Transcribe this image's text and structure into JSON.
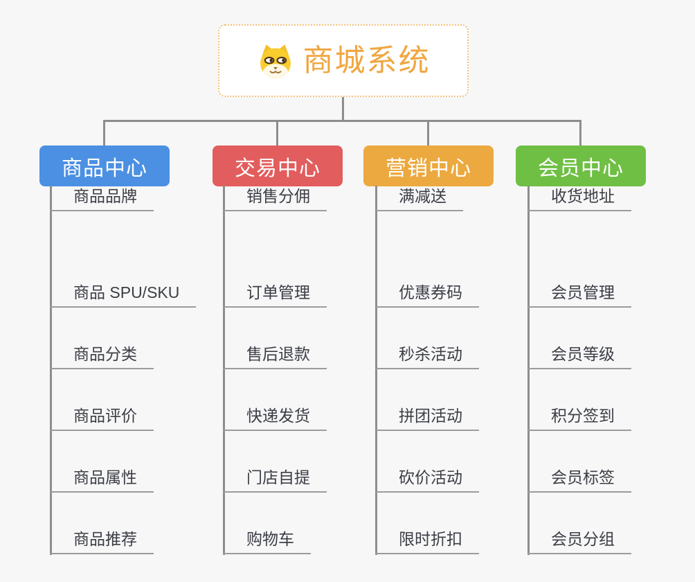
{
  "page": {
    "background": "#F7F7F8"
  },
  "lines": {
    "connector": "#8D8D8D",
    "underline": "#9B9B9B"
  },
  "root": {
    "title": "商城系统",
    "icon": "shiba-dog-icon",
    "title_color": "#F0A640",
    "border_color": "#F2C079",
    "background": "#FFFFFF"
  },
  "branches": [
    {
      "label": "商品中心",
      "color": "#4B90E2",
      "items": [
        "商品 SPU/SKU",
        "商品分类",
        "商品评价",
        "商品属性",
        "商品推荐",
        "商品品牌"
      ]
    },
    {
      "label": "交易中心",
      "color": "#E25D5D",
      "items": [
        "订单管理",
        "售后退款",
        "快递发货",
        "门店自提",
        "购物车",
        "销售分佣"
      ]
    },
    {
      "label": "营销中心",
      "color": "#ECA93F",
      "items": [
        "优惠券码",
        "秒杀活动",
        "拼团活动",
        "砍价活动",
        "限时折扣",
        "满减送"
      ]
    },
    {
      "label": "会员中心",
      "color": "#6FBF44",
      "items": [
        "会员管理",
        "会员等级",
        "积分签到",
        "会员标签",
        "会员分组",
        "收货地址"
      ]
    }
  ]
}
